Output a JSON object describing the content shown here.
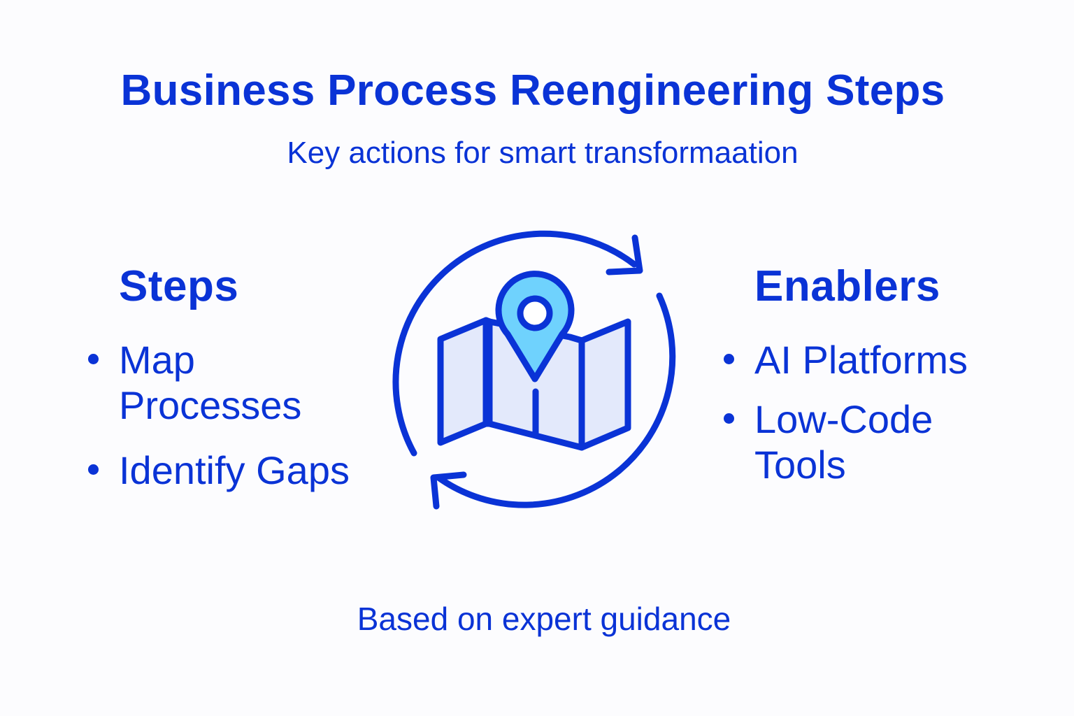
{
  "header": {
    "title": "Business Process Reengineering Steps",
    "subtitle": "Key actions for smart transformaation"
  },
  "steps": {
    "heading": "Steps",
    "items": [
      {
        "label": "Map Processes"
      },
      {
        "label": "Identify Gaps"
      }
    ]
  },
  "enablers": {
    "heading": "Enablers",
    "items": [
      {
        "label": "AI Platforms"
      },
      {
        "label": "Low-Code Tools"
      }
    ]
  },
  "center_icon": {
    "name": "map-pin-cycle-icon",
    "stroke_color": "#0a33d6",
    "map_fill": "#e3e9fb",
    "pin_fill": "#6fd2fd"
  },
  "footer": {
    "note": "Based on expert guidance"
  },
  "colors": {
    "primary": "#0a33d6",
    "background": "#fcfcfe"
  }
}
